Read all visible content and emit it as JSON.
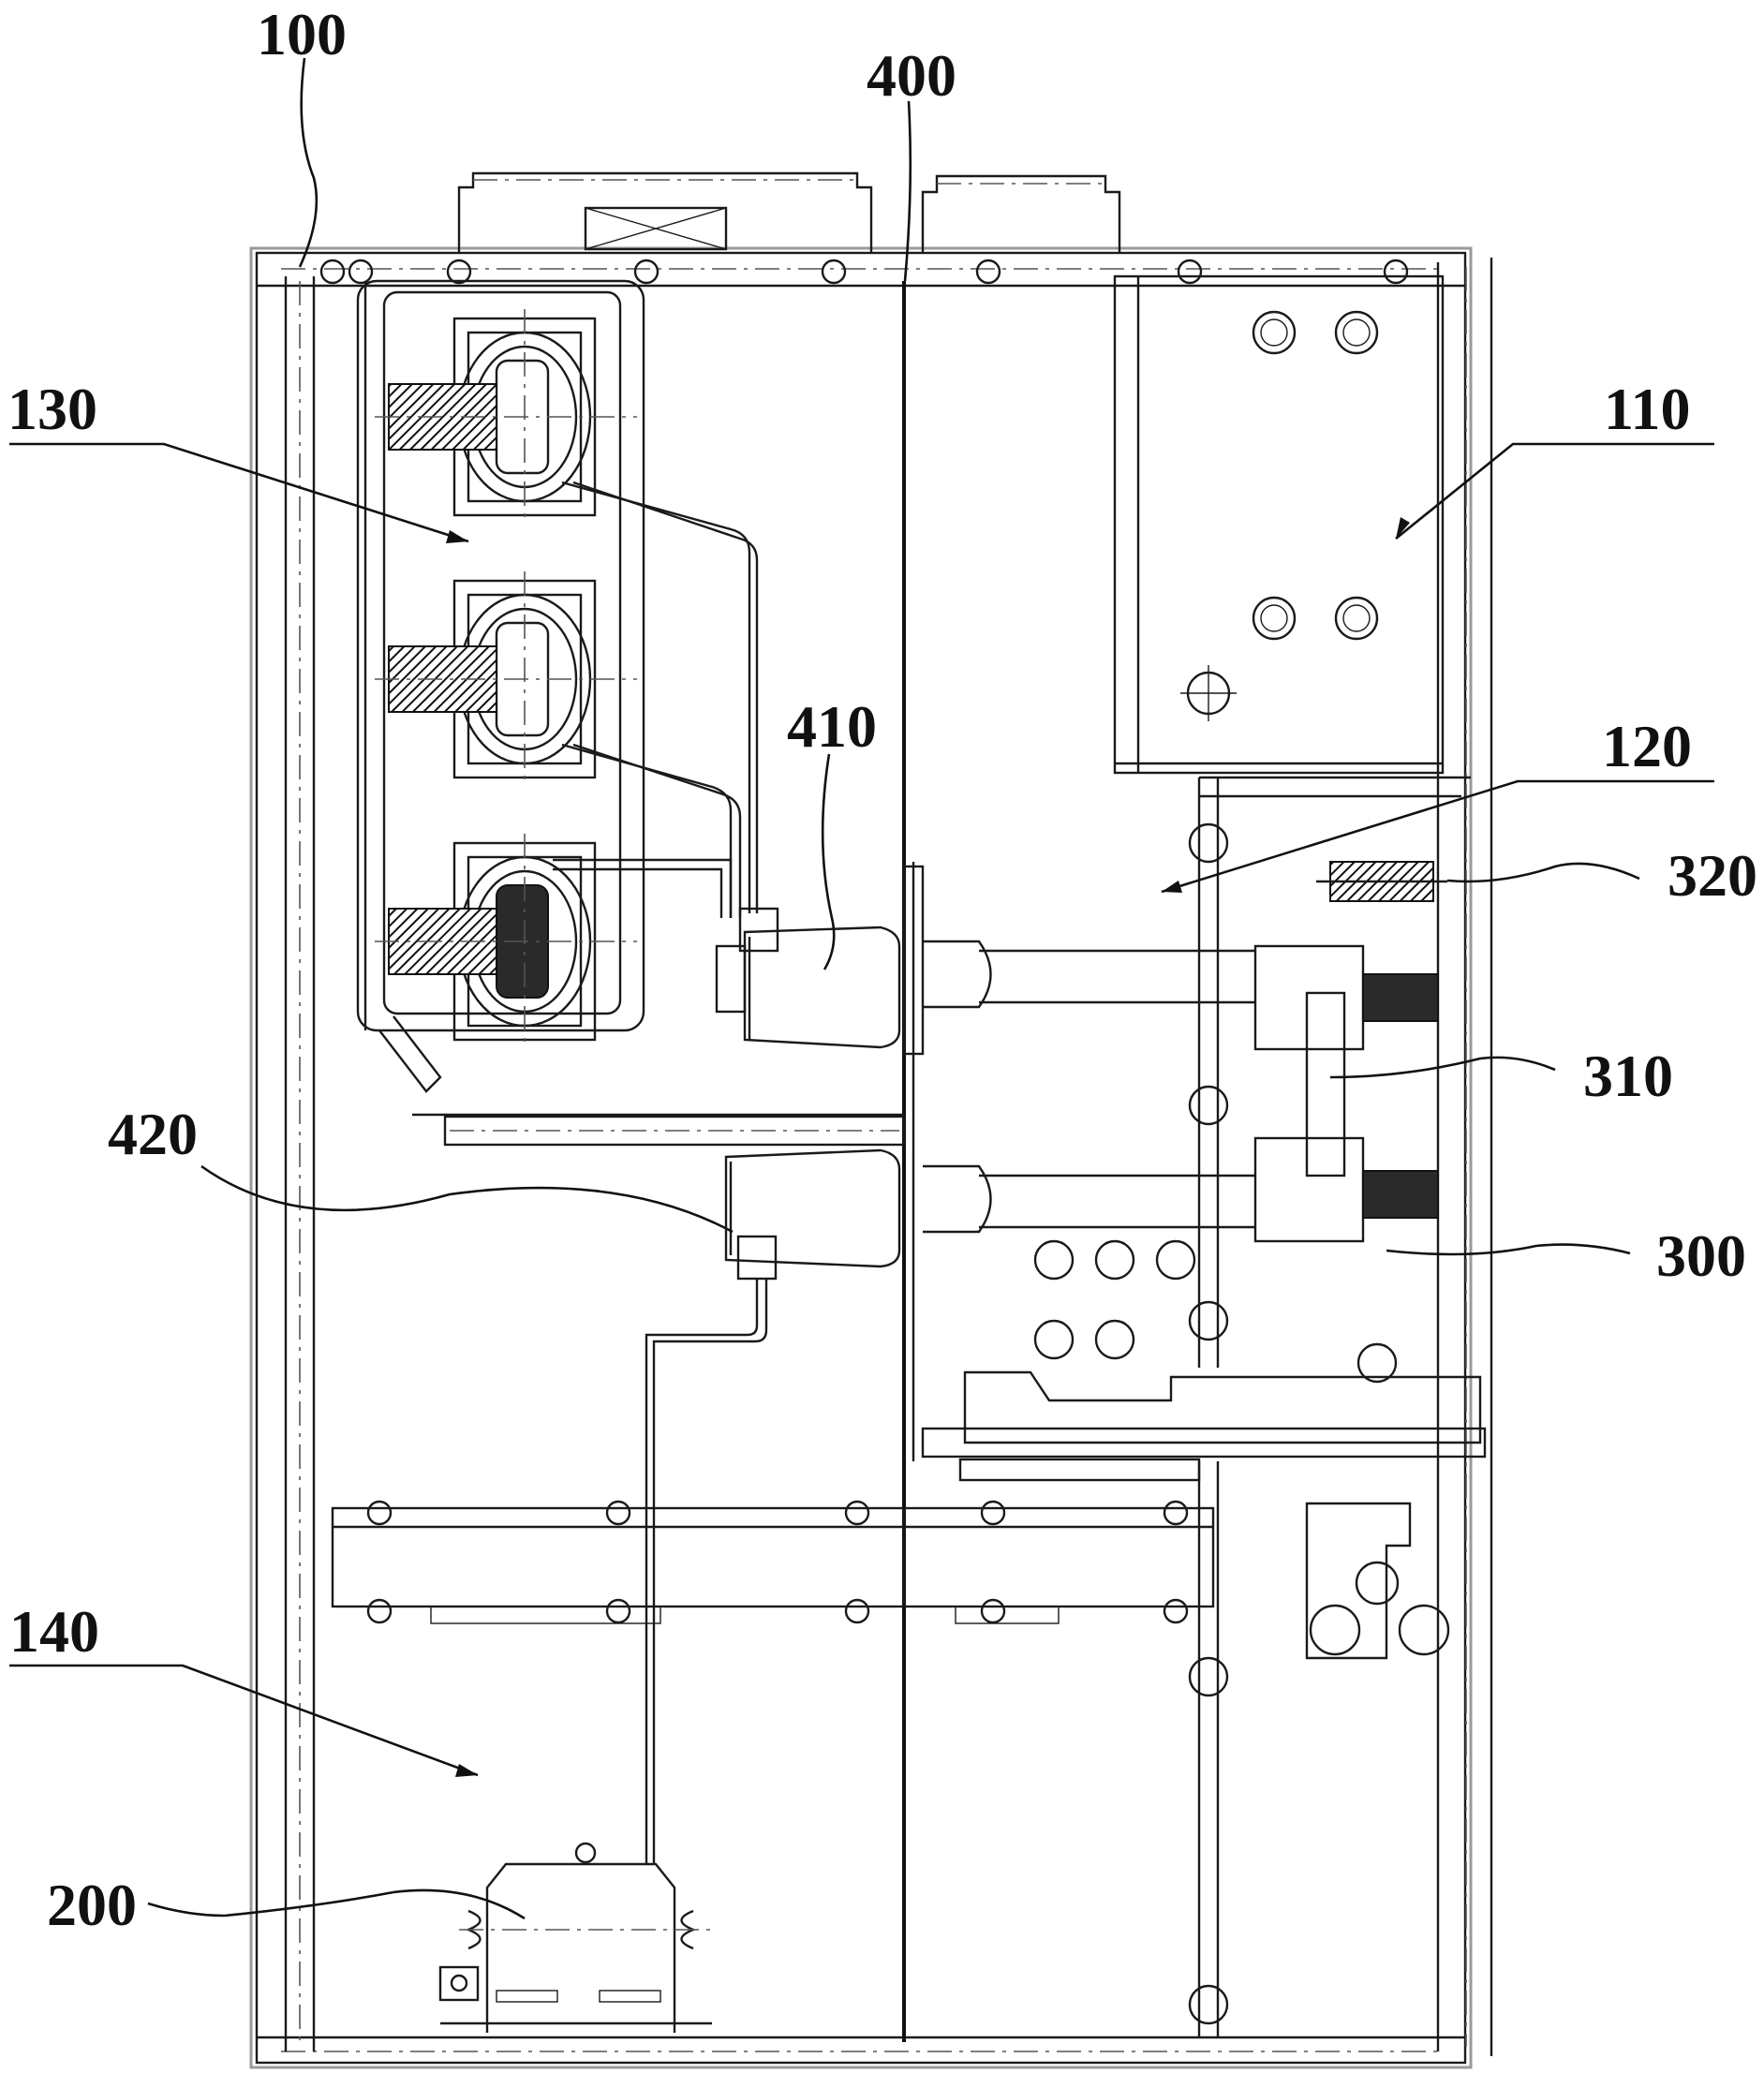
{
  "labels": {
    "l100": "100",
    "l400": "400",
    "l130": "130",
    "l110": "110",
    "l410": "410",
    "l120": "120",
    "l320": "320",
    "l310": "310",
    "l420": "420",
    "l300": "300",
    "l140": "140",
    "l200": "200"
  }
}
